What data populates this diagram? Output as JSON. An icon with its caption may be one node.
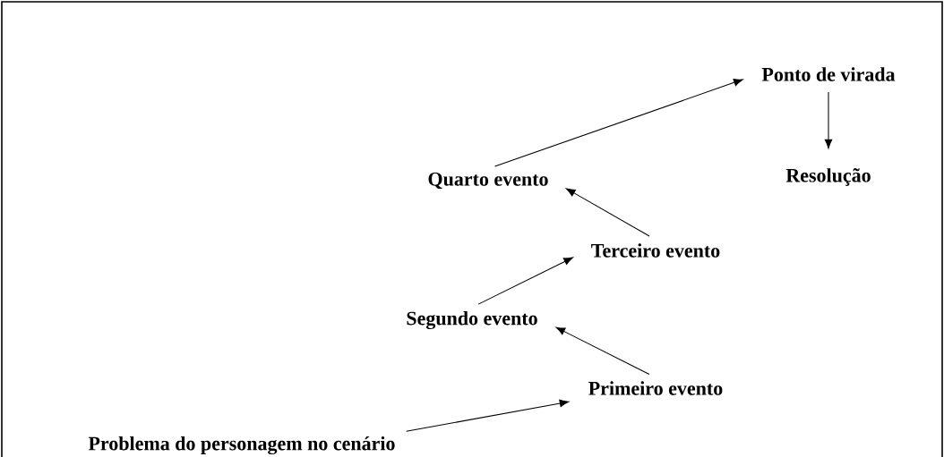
{
  "diagram": {
    "nodes": [
      {
        "text": [
          "Problema do personagem no cenário"
        ]
      },
      {
        "text": [
          "Primeiro evento"
        ]
      },
      {
        "text": [
          "Segundo evento"
        ]
      },
      {
        "text": [
          "Terceiro evento"
        ]
      },
      {
        "text": [
          "Quarto evento"
        ]
      },
      {
        "text": [
          "Ponto de virada"
        ]
      },
      {
        "text": [
          "Resolução"
        ]
      }
    ],
    "edges": [
      {
        "from": 0,
        "to": 1,
        "arrow": "to"
      },
      {
        "from": 1,
        "to": 2,
        "arrow": "to"
      },
      {
        "from": 2,
        "to": 3,
        "arrow": "to"
      },
      {
        "from": 3,
        "to": 4,
        "arrow": "to"
      },
      {
        "from": 4,
        "to": 5,
        "arrow": "to"
      },
      {
        "from": 5,
        "to": 6,
        "arrow": "to"
      }
    ]
  }
}
